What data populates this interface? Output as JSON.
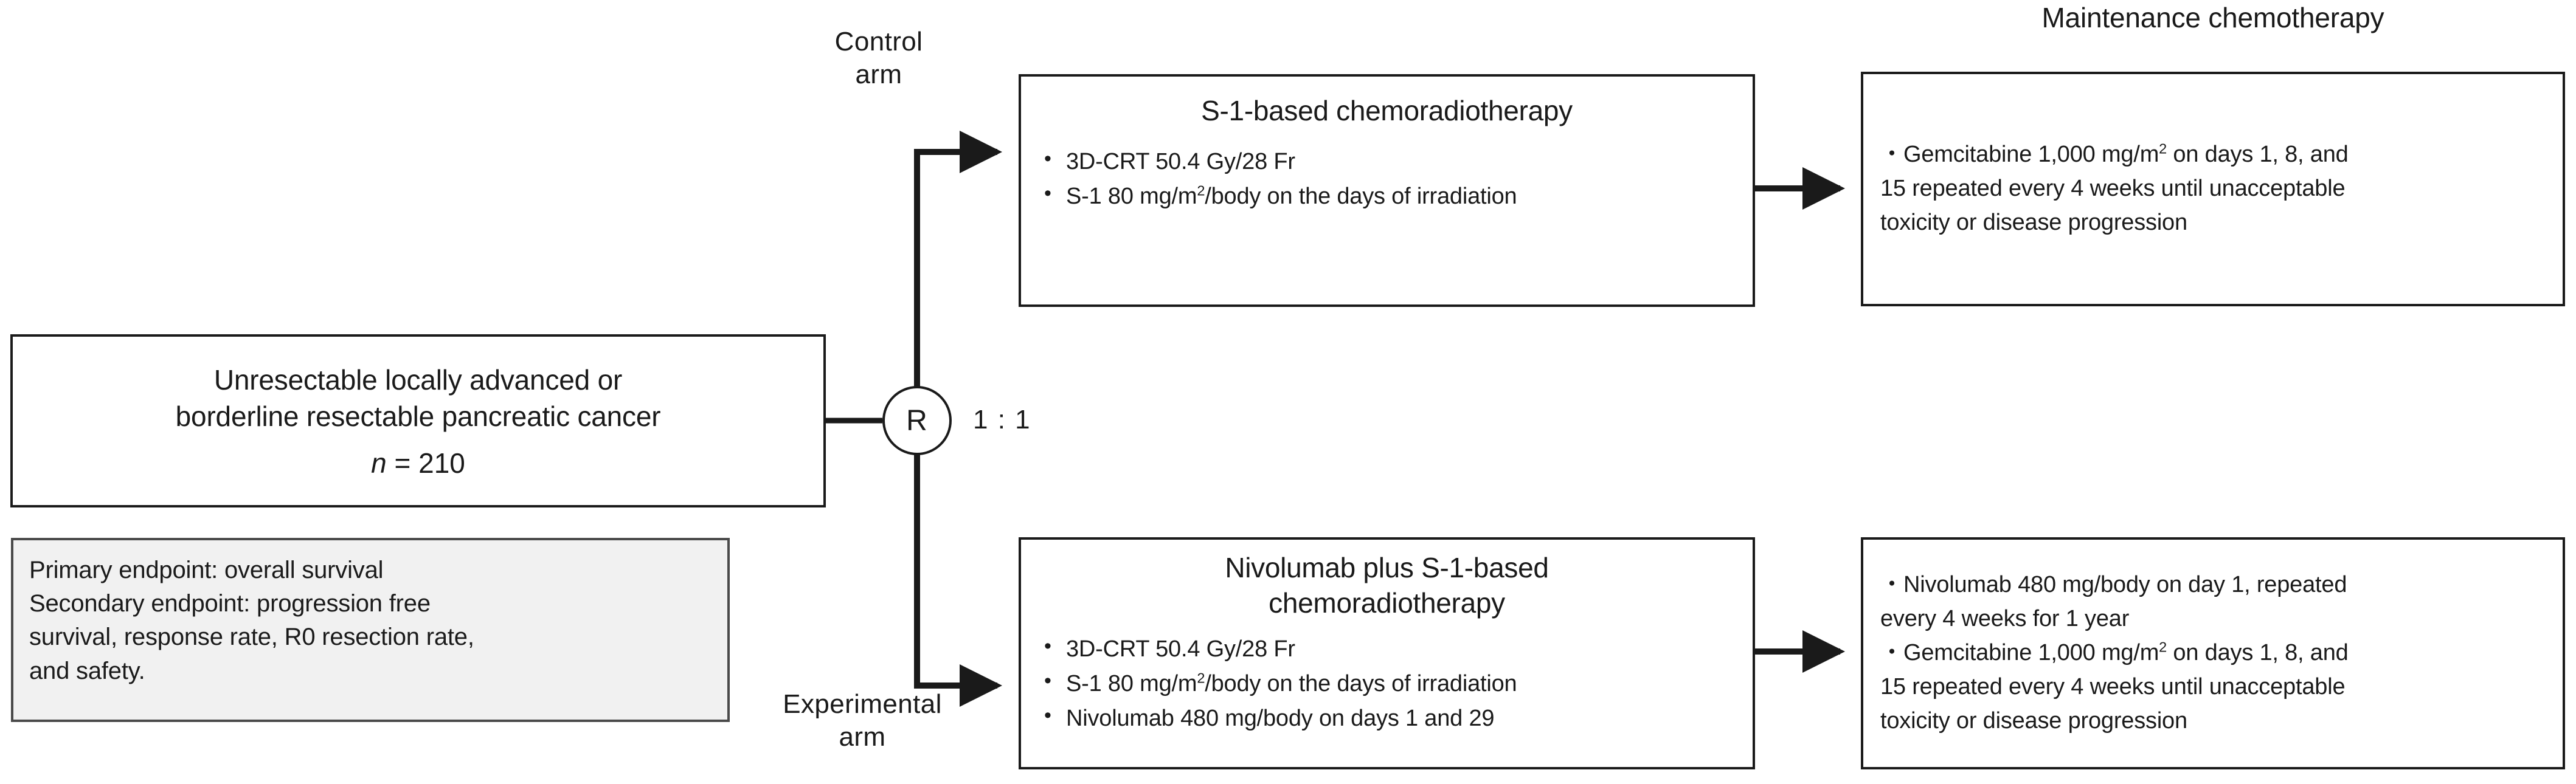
{
  "diagram": {
    "population_box": {
      "line1": "Unresectable locally advanced or",
      "line2": "borderline resectable pancreatic cancer",
      "n_label": "n",
      "n_equals": " = 210"
    },
    "endpoints_box": {
      "primary": "Primary endpoint: overall survival",
      "secondary_line1": "Secondary endpoint: progression free",
      "secondary_line2": "survival, response rate, R0 resection rate,",
      "secondary_line3": "and safety."
    },
    "randomization": {
      "node_label": "R",
      "ratio": "1 : 1"
    },
    "arms": [
      {
        "label_line1": "Control",
        "label_line2": "arm",
        "title": "S-1-based chemoradiotherapy",
        "bullets": [
          "3D-CRT 50.4 Gy/28 Fr",
          "S-1 80 mg/m2/body on the days of irradiation"
        ]
      },
      {
        "label_line1": "Experimental",
        "label_line2": "arm",
        "title_line1": "Nivolumab plus S-1-based",
        "title_line2": "chemoradiotherapy",
        "bullets": [
          "3D-CRT 50.4 Gy/28 Fr",
          "S-1 80 mg/m2/body on the days of irradiation",
          "Nivolumab 480 mg/body on days 1 and 29"
        ]
      }
    ],
    "maintenance": {
      "heading": "Maintenance chemotherapy",
      "control": {
        "item1_line1": "Gemcitabine 1,000 mg/m2 on days 1, 8, and",
        "item1_line2": "15 repeated every 4 weeks until unacceptable",
        "item1_line3": "toxicity or disease progression"
      },
      "experimental": {
        "item1_line1": "Nivolumab 480 mg/body on day 1, repeated",
        "item1_line2": "every 4 weeks for 1 year",
        "item2_line1": "Gemcitabine 1,000 mg/m2 on days 1, 8, and",
        "item2_line2": "15 repeated every 4 weeks until unacceptable",
        "item2_line3": "toxicity or disease progression"
      }
    },
    "colors": {
      "stroke": "#1a1a1a",
      "gray_fill": "#f1f1f1",
      "gray_stroke": "#4a4a4a",
      "background": "#ffffff"
    }
  }
}
